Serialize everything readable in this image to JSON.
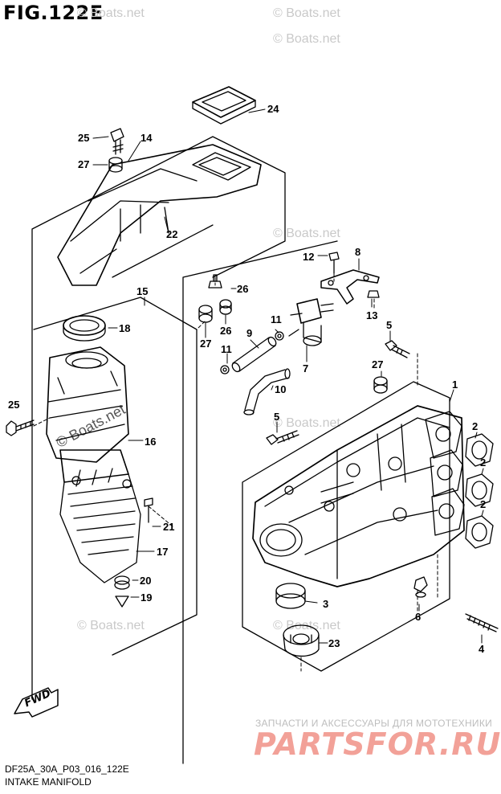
{
  "figure": {
    "title": "FIG.122E",
    "code": "DF25A_30A_P03_016_122E",
    "section": "INTAKE MANIFOLD"
  },
  "watermarks": {
    "text": "© Boats.net"
  },
  "branding": {
    "tagline": "ЗАПЧАСТИ И АКСЕССУАРЫ ДЛЯ МОТОТЕХНИКИ",
    "brand": "PARTSFOR.RU"
  },
  "direction_badge": {
    "label": "FWD"
  },
  "callouts": {
    "c1": "1",
    "c2a": "2",
    "c2b": "2",
    "c2c": "2",
    "c3": "3",
    "c4": "4",
    "c5a": "5",
    "c5b": "5",
    "c6": "6",
    "c7": "7",
    "c8": "8",
    "c9": "9",
    "c10": "10",
    "c11a": "11",
    "c11b": "11",
    "c12": "12",
    "c13": "13",
    "c14": "14",
    "c15": "15",
    "c16": "16",
    "c17": "17",
    "c18": "18",
    "c19": "19",
    "c20": "20",
    "c21": "21",
    "c22": "22",
    "c23": "23",
    "c24": "24",
    "c25a": "25",
    "c25b": "25",
    "c26a": "26",
    "c26b": "26",
    "c27a": "27",
    "c27b": "27",
    "c27c": "27"
  },
  "colors": {
    "line": "#000000",
    "watermark": "#c9c9c9",
    "brand": "#f08a7f"
  }
}
